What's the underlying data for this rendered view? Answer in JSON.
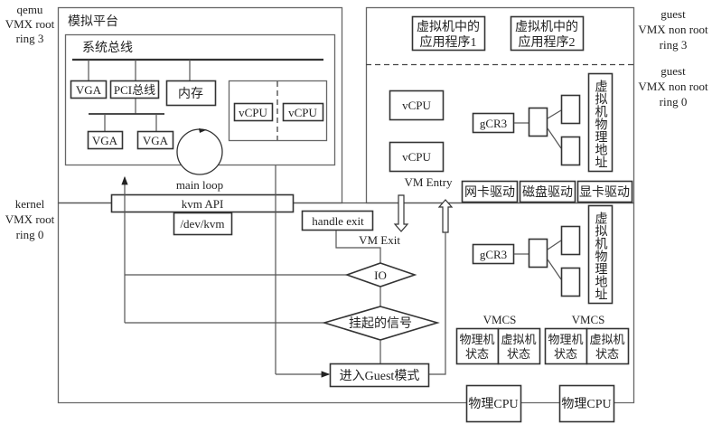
{
  "ring_labels": {
    "qemu": [
      "qemu",
      "VMX root",
      "ring 3"
    ],
    "kernel": [
      "kernel",
      "VMX root",
      "ring 0"
    ],
    "guest_r3": [
      "guest",
      "VMX non root",
      "ring 3"
    ],
    "guest_r0": [
      "guest",
      "VMX non root",
      "ring 0"
    ]
  },
  "qemu": {
    "platform_title": "模拟平台",
    "system_bus": "系统总线",
    "vga1": "VGA",
    "pci_bus": "PCI总线",
    "memory": "内存",
    "vga2": "VGA",
    "vga3": "VGA",
    "vcpu1": "vCPU",
    "vcpu2": "vCPU",
    "main_loop": "main loop"
  },
  "kernel": {
    "kvm_api": "kvm API",
    "dev_kvm": "/dev/kvm",
    "handle_exit": "handle exit",
    "vm_exit": "VM Exit",
    "vm_entry": "VM Entry",
    "io": "IO",
    "pending_signal": "挂起的信号",
    "enter_guest": "进入Guest模式",
    "gcr3": "gCR3",
    "gpa": "虚拟机物理地址",
    "vmcs1": {
      "title": "VMCS",
      "host": "物理机\n状态",
      "guest": "虚拟机\n状态"
    },
    "vmcs2": {
      "title": "VMCS",
      "host": "物理机\n状态",
      "guest": "虚拟机\n状态"
    },
    "pcpu1": "物理CPU",
    "pcpu2": "物理CPU"
  },
  "guest": {
    "app1": [
      "虚拟机中的",
      "应用程序1"
    ],
    "app2": [
      "虚拟机中的",
      "应用程序2"
    ],
    "vcpu1": "vCPU",
    "vcpu2": "vCPU",
    "gcr3": "gCR3",
    "gpa": "虚拟机物理地址",
    "nic_driver": "网卡驱动",
    "disk_driver": "磁盘驱动",
    "gpu_driver": "显卡驱动"
  }
}
